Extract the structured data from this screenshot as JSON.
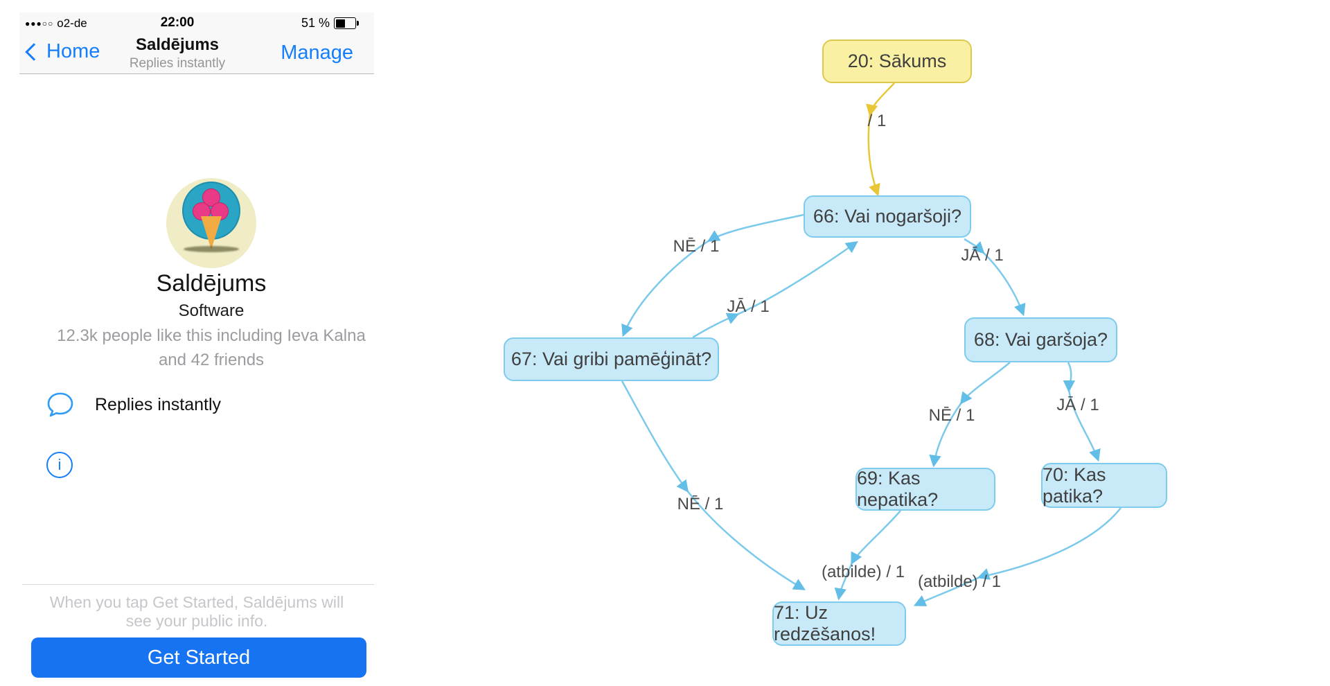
{
  "phone": {
    "status_bar": {
      "signal_dots": "●●●○○",
      "carrier": "o2-de",
      "time": "22:00",
      "battery_percent": "51 %"
    },
    "nav": {
      "back_label": "Home",
      "title": "Saldējums",
      "subtitle": "Replies instantly",
      "manage_label": "Manage"
    },
    "profile": {
      "name": "Saldējums",
      "category": "Software",
      "likes_text": "12.3k people like this including Ieva Kalna and 42 friends"
    },
    "replies_row": {
      "label": "Replies instantly"
    },
    "info_icon_glyph": "i",
    "footer": {
      "disclaimer": "When you tap Get Started, Saldējums will see your public info.",
      "button_label": "Get Started"
    }
  },
  "colors": {
    "ios_blue": "#157efb",
    "button_blue": "#1673f2",
    "node_blue_fill": "#c7e9f8",
    "node_blue_border": "#7fcbed",
    "node_yellow_fill": "#faf0a3",
    "node_yellow_border": "#ddc84e",
    "edge_blue": "#7bc9eb",
    "edge_yellow": "#e9c636"
  },
  "diagram": {
    "nodes": [
      {
        "id": "20",
        "label": "20: Sākums",
        "type": "start"
      },
      {
        "id": "66",
        "label": "66: Vai nogaršoji?",
        "type": "question"
      },
      {
        "id": "67",
        "label": "67: Vai gribi pamēģināt?",
        "type": "question"
      },
      {
        "id": "68",
        "label": "68: Vai garšoja?",
        "type": "question"
      },
      {
        "id": "69",
        "label": "69: Kas nepatika?",
        "type": "question"
      },
      {
        "id": "70",
        "label": "70: Kas patika?",
        "type": "question"
      },
      {
        "id": "71",
        "label": "71: Uz redzēšanos!",
        "type": "end"
      }
    ],
    "edges": [
      {
        "from": "20",
        "to": "66",
        "label": "/ 1"
      },
      {
        "from": "66",
        "to": "67",
        "label": "NĒ / 1"
      },
      {
        "from": "67",
        "to": "66",
        "label": "JĀ / 1"
      },
      {
        "from": "66",
        "to": "68",
        "label": "JĀ / 1"
      },
      {
        "from": "68",
        "to": "69",
        "label": "NĒ / 1"
      },
      {
        "from": "68",
        "to": "70",
        "label": "JĀ / 1"
      },
      {
        "from": "67",
        "to": "71",
        "label": "NĒ / 1"
      },
      {
        "from": "69",
        "to": "71",
        "label": "(atbilde) / 1"
      },
      {
        "from": "70",
        "to": "71",
        "label": "(atbilde) / 1"
      }
    ]
  }
}
